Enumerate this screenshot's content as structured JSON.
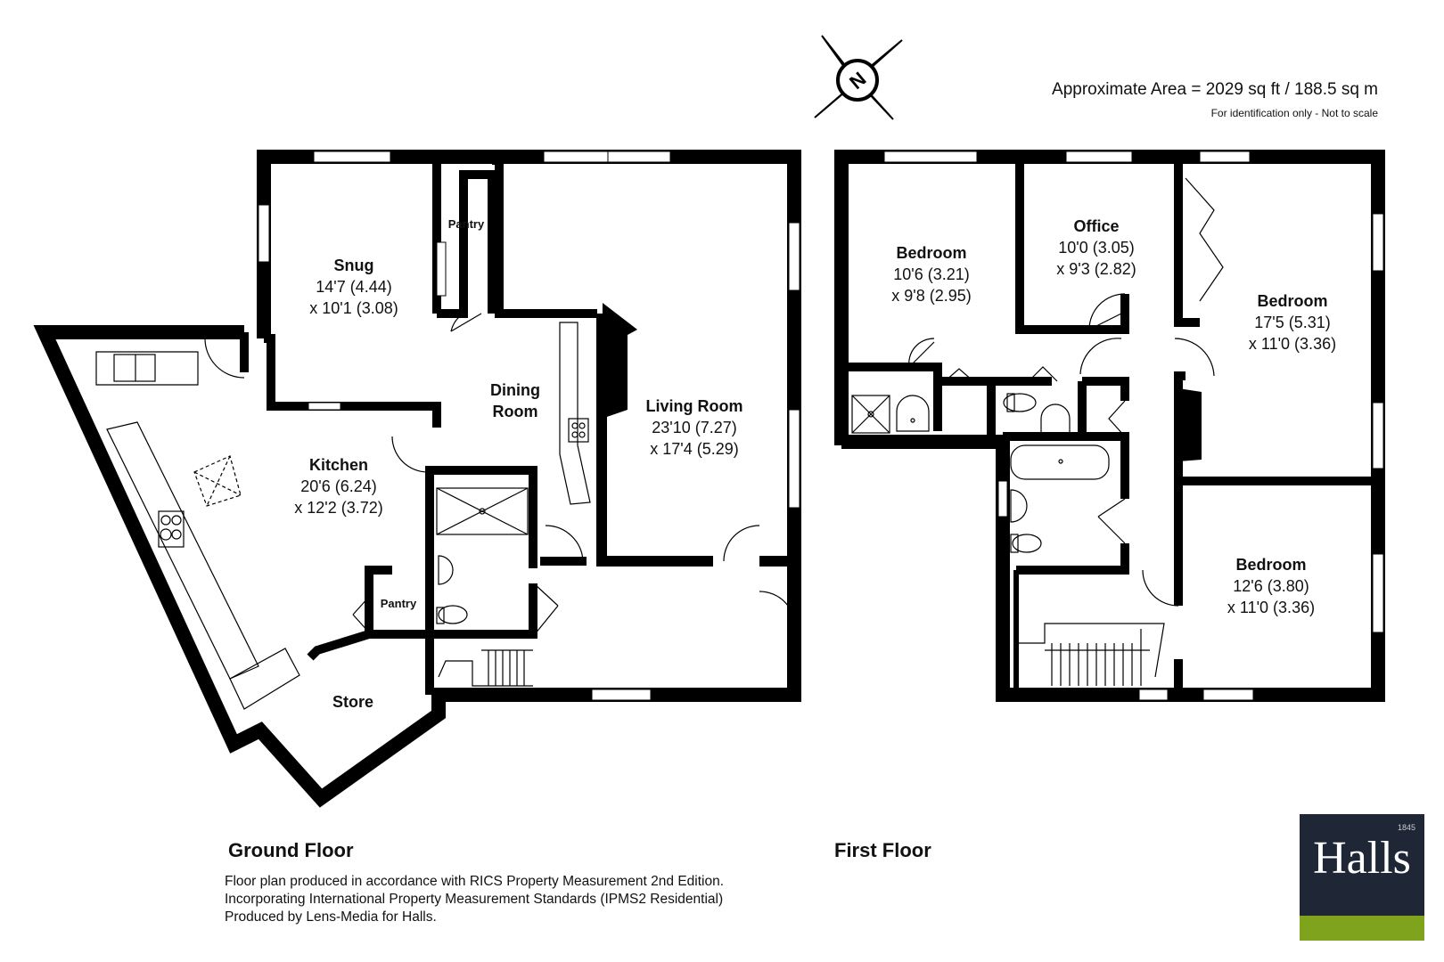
{
  "header": {
    "area": "Approximate Area = 2029 sq ft / 188.5 sq m",
    "identification": "For identification only - Not to scale",
    "compass_letter": "N"
  },
  "ground_floor": {
    "title": "Ground Floor",
    "rooms": {
      "snug": {
        "name": "Snug",
        "dim1": "14'7 (4.44)",
        "dim2": "x 10'1 (3.08)"
      },
      "pantry_top": {
        "name": "Pantry"
      },
      "dining": {
        "name1": "Dining",
        "name2": "Room"
      },
      "living": {
        "name": "Living Room",
        "dim1": "23'10 (7.27)",
        "dim2": "x 17'4 (5.29)"
      },
      "kitchen": {
        "name": "Kitchen",
        "dim1": "20'6 (6.24)",
        "dim2": "x 12'2 (3.72)"
      },
      "pantry_small": {
        "name": "Pantry"
      },
      "store": {
        "name": "Store"
      }
    }
  },
  "first_floor": {
    "title": "First Floor",
    "rooms": {
      "bedroom1": {
        "name": "Bedroom",
        "dim1": "10'6 (3.21)",
        "dim2": "x 9'8 (2.95)"
      },
      "office": {
        "name": "Office",
        "dim1": "10'0 (3.05)",
        "dim2": "x 9'3 (2.82)"
      },
      "bedroom2": {
        "name": "Bedroom",
        "dim1": "17'5 (5.31)",
        "dim2": "x 11'0 (3.36)"
      },
      "bedroom3": {
        "name": "Bedroom",
        "dim1": "12'6 (3.80)",
        "dim2": "x 11'0 (3.36)"
      }
    }
  },
  "footnote": "Floor plan produced in accordance with RICS Property Measurement 2nd Edition. Incorporating International Property Measurement Standards (IPMS2 Residential) Produced by Lens-Media for Halls.",
  "logo": {
    "word": "Halls",
    "year": "1845"
  },
  "colors": {
    "wall": "#000000",
    "logo_bg": "#1f2636",
    "logo_band": "#7fa31d"
  }
}
